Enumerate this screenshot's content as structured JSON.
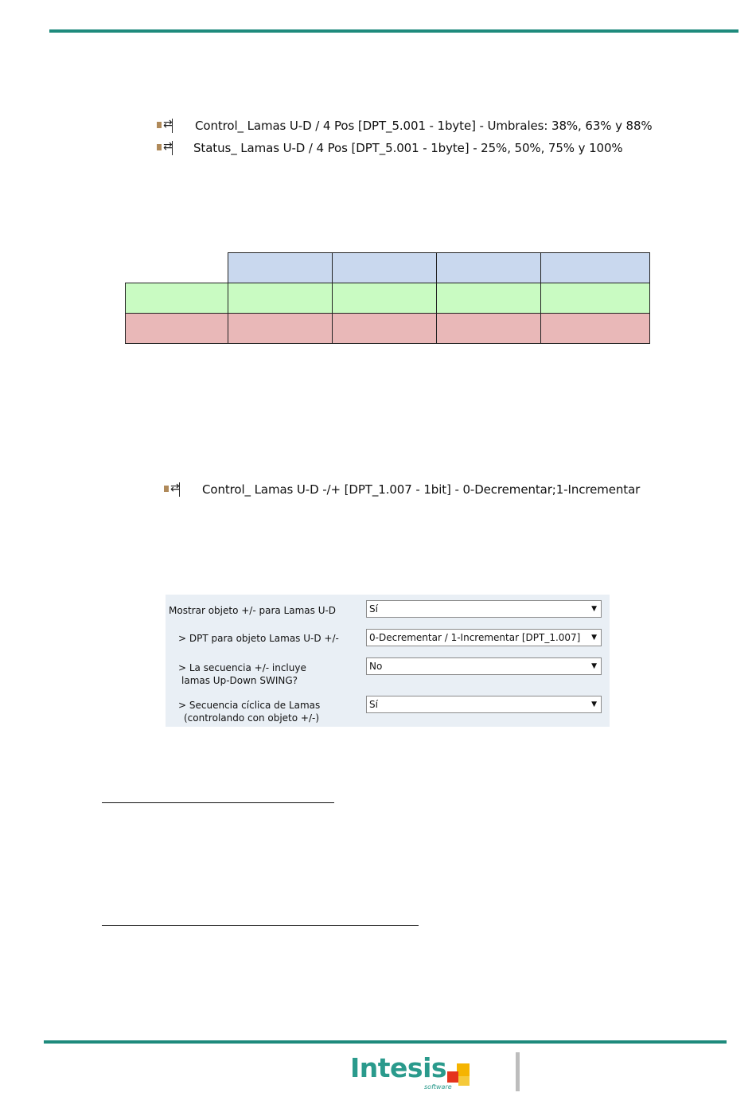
{
  "objects_4pos": [
    {
      "text": "Control_ Lamas U-D / 4 Pos [DPT_5.001 - 1byte] - Umbrales: 38%, 63% y 88%"
    },
    {
      "text": "Status_ Lamas U-D / 4 Pos [DPT_5.001 - 1byte] - 25%, 50%, 75% y 100%"
    }
  ],
  "object_incdec": {
    "text": "Control_ Lamas U-D -/+ [DPT_1.007 - 1bit] - 0-Decrementar;1-Incrementar"
  },
  "params": {
    "rows": [
      {
        "label": "Mostrar objeto +/- para Lamas U-D",
        "value": "Sí"
      },
      {
        "label": "> DPT para objeto Lamas U-D +/-",
        "value": "0-Decrementar / 1-Incrementar [DPT_1.007]"
      },
      {
        "label": "> La secuencia +/- incluye",
        "label2": "lamas Up-Down SWING?",
        "value": "No"
      },
      {
        "label": "> Secuencia cíclica de Lamas",
        "label2": "(controlando con objeto +/-)",
        "value": "Sí"
      }
    ]
  },
  "footer": {
    "logo_word": "Intesis",
    "logo_sub": "software"
  },
  "colors": {
    "accent": "#1e8a7c",
    "header_cells": "#c9d8ee",
    "row_green": "#c9fbc2",
    "row_red": "#e9b8b8",
    "panel": "#e9eff5"
  }
}
